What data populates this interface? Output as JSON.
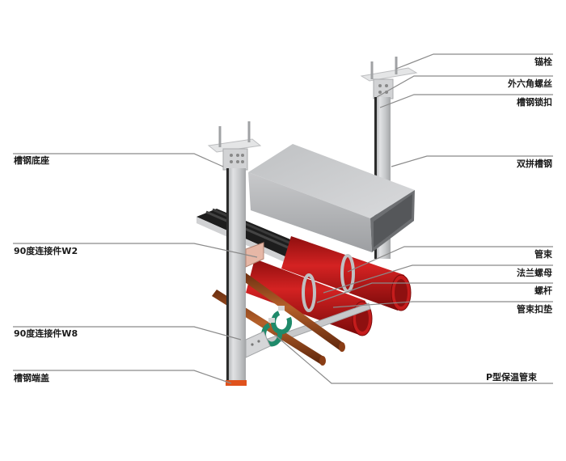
{
  "diagram": {
    "title": "Seismic support assembly component labels",
    "colors": {
      "channel_steel": "#c9cacc",
      "duct": "#b9bbbd",
      "red_pipe": "#c81e1e",
      "copper_pipe": "#9a4a1c",
      "insulated_clamp": "#1f8a6a",
      "cable_tray": "#1c1c1c",
      "leader_line": "#8a8a8a",
      "label_text": "#1a1a1a"
    },
    "labels_left": [
      {
        "id": "channel-base",
        "text": "槽钢底座"
      },
      {
        "id": "connector-w2",
        "text": "90度连接件W2"
      },
      {
        "id": "connector-w8",
        "text": "90度连接件W8"
      },
      {
        "id": "channel-end-cap",
        "text": "槽钢端盖"
      }
    ],
    "labels_right": [
      {
        "id": "anchor-bolt",
        "text": "锚栓"
      },
      {
        "id": "hex-screw",
        "text": "外六角螺丝"
      },
      {
        "id": "channel-lock",
        "text": "槽钢锁扣"
      },
      {
        "id": "double-channel",
        "text": "双拼槽钢"
      },
      {
        "id": "pipe-clamp",
        "text": "管束"
      },
      {
        "id": "flange-nut",
        "text": "法兰螺母"
      },
      {
        "id": "threaded-rod",
        "text": "螺杆"
      },
      {
        "id": "clamp-washer",
        "text": "管束扣垫"
      },
      {
        "id": "p-insulated-clamp",
        "text": "P型保温管束"
      }
    ]
  }
}
